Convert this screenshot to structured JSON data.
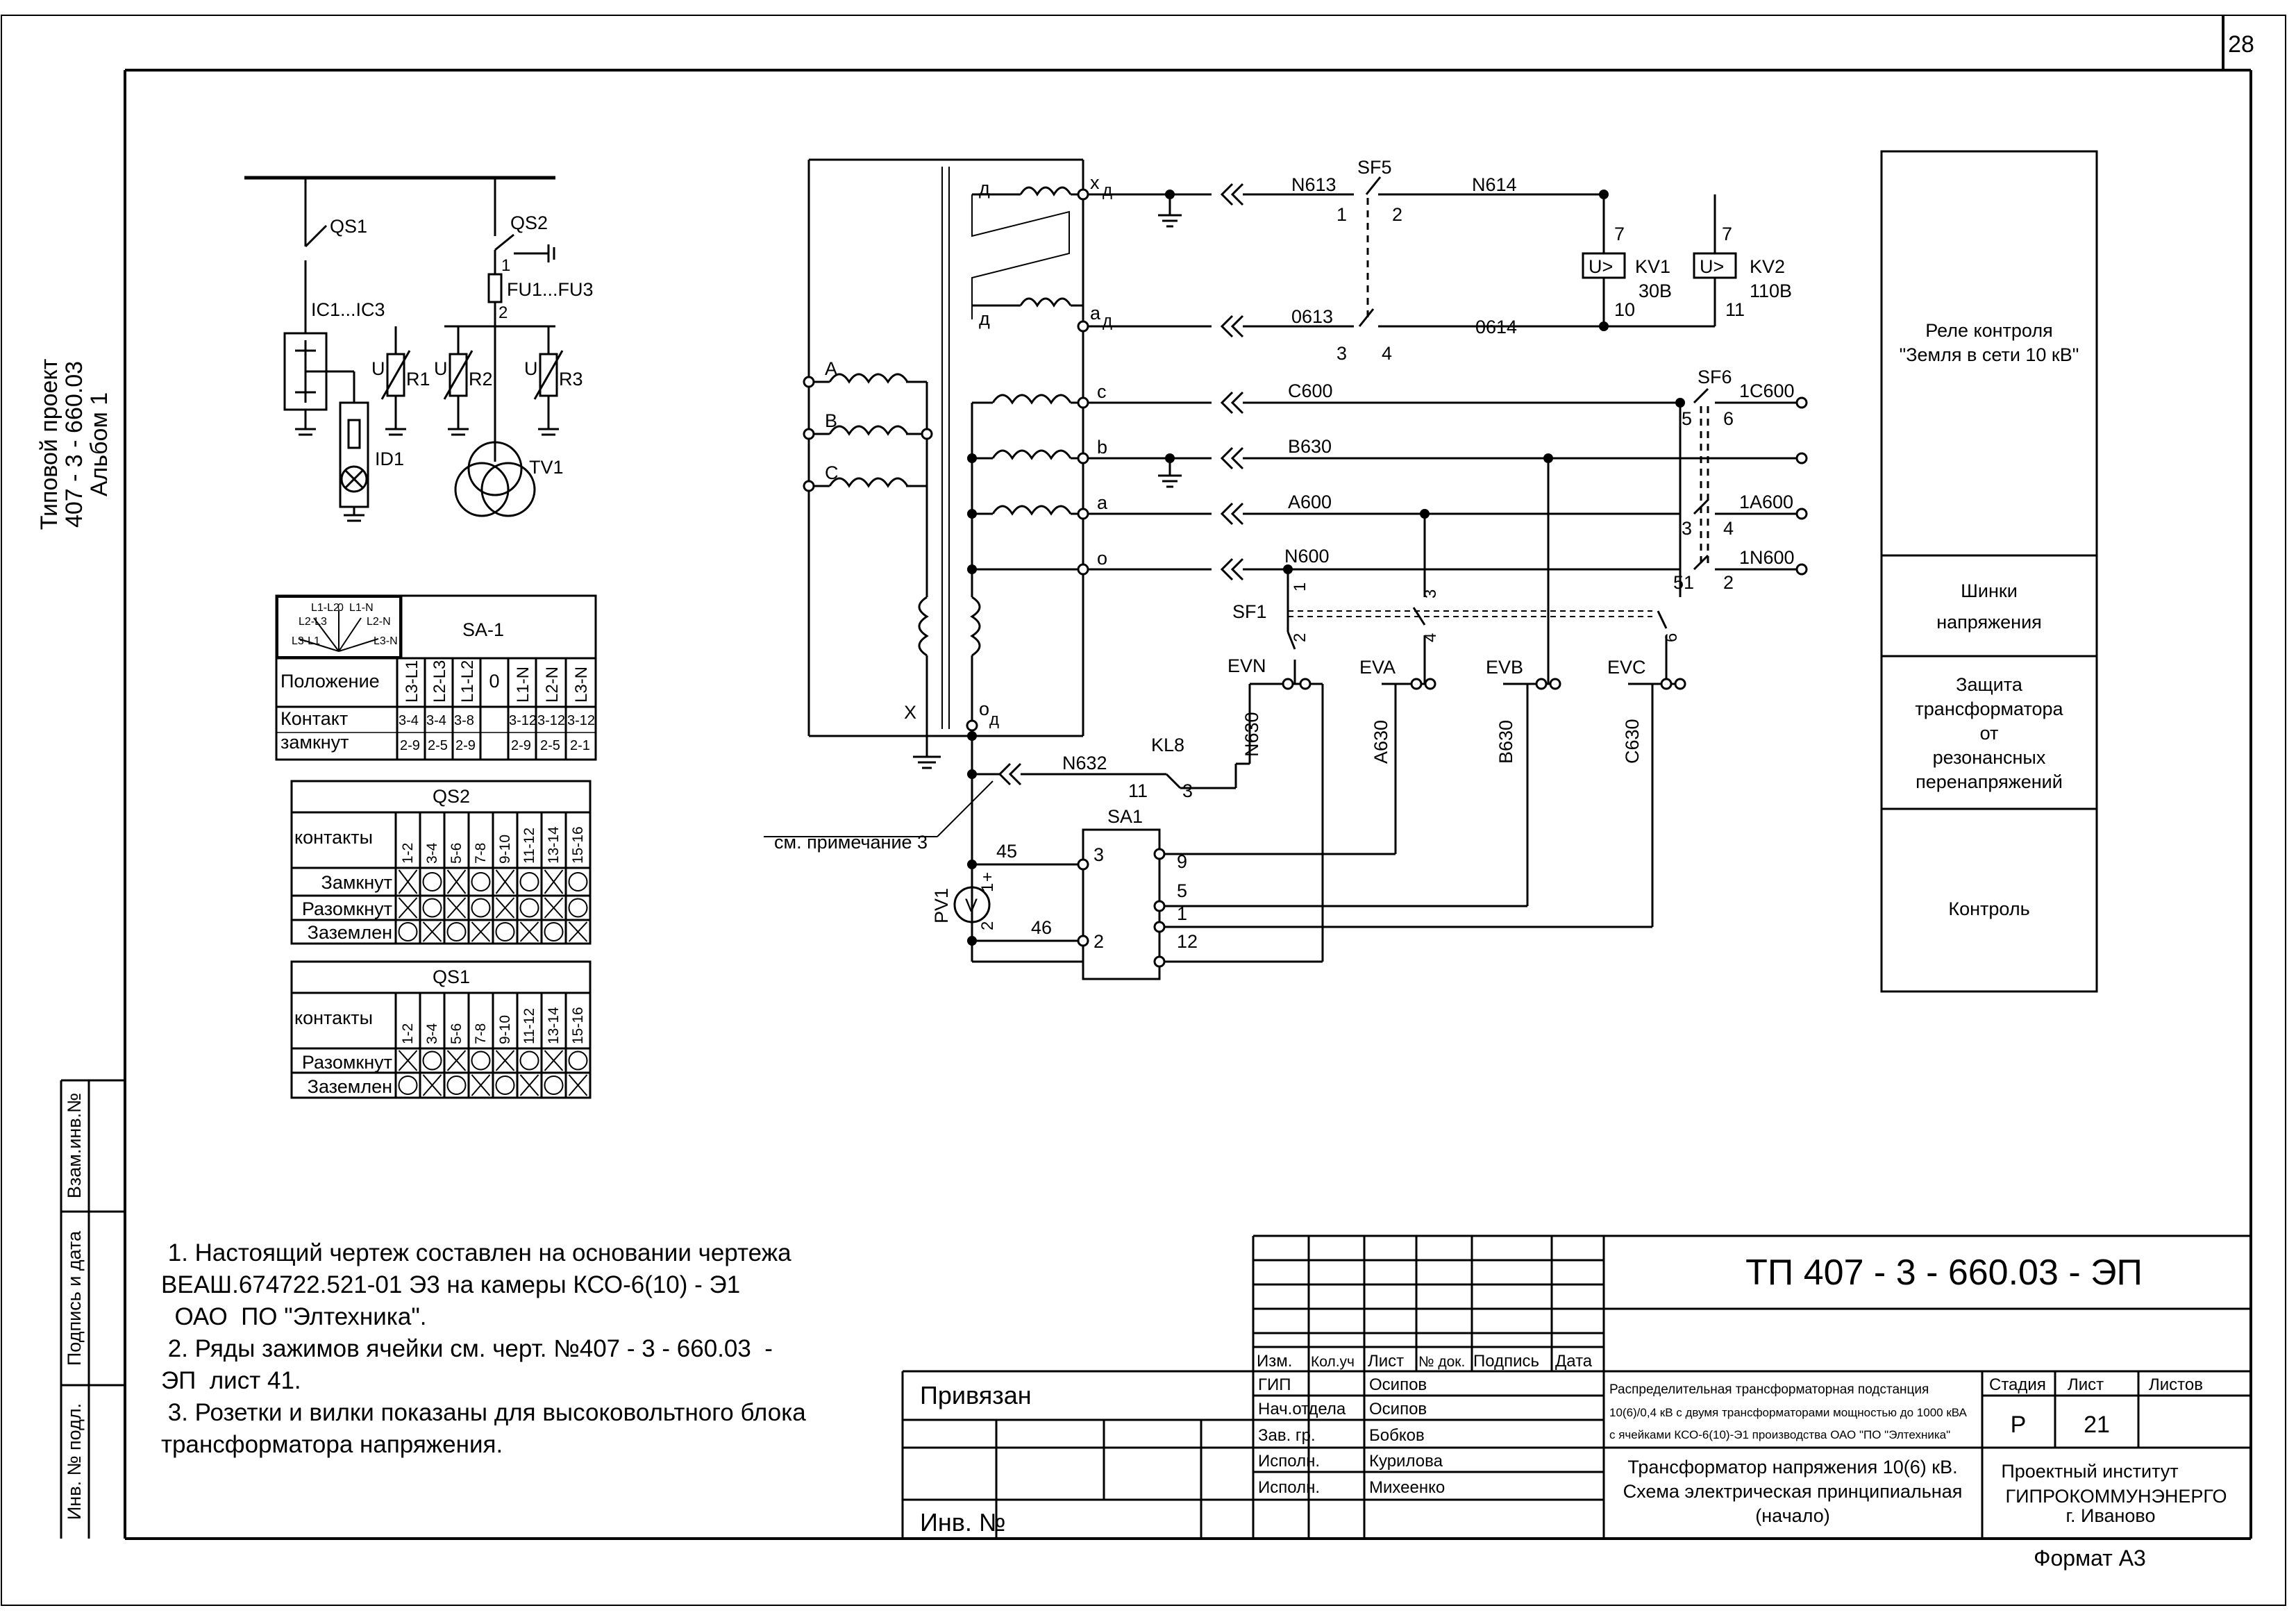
{
  "page_number": "28",
  "side_title": {
    "line1": "Типовой проект",
    "line2": "407 - 3 - 660.03",
    "line3": "Альбом   1"
  },
  "side_stamp": {
    "vzam": "Взам.инв.№",
    "podpis": "Подпись и дата",
    "inv": "Инв. № подл."
  },
  "schematic_left": {
    "qs1": "QS1",
    "qs2": "QS2",
    "ic": "IC1...IC3",
    "fu": "FU1...FU3",
    "id1": "ID1",
    "r1": "R1",
    "r2": "R2",
    "r3": "R3",
    "tv1": "TV1",
    "u": "U",
    "n1": "1",
    "n2": "2"
  },
  "sa_table": {
    "title": "SA-1",
    "dial": [
      "L1-L2",
      "0",
      "L1-N",
      "L2-L3",
      "L2-N",
      "L3-L1",
      "L3-N"
    ],
    "row_label": "Положение",
    "positions": [
      "L3-L1",
      "L2-L3",
      "L1-L2",
      "0",
      "L1-N",
      "L2-N",
      "L3-N"
    ],
    "contact_label_1": "Контакт",
    "contact_label_2": "замкнут",
    "contacts_1": [
      "3-4",
      "3-4",
      "3-8",
      "",
      "3-12",
      "3-12",
      "3-12"
    ],
    "contacts_2": [
      "2-9",
      "2-5",
      "2-9",
      "",
      "2-9",
      "2-5",
      "2-1"
    ]
  },
  "qs2_table": {
    "title": "QS2",
    "header": "контакты",
    "cols": [
      "1-2",
      "3-4",
      "5-6",
      "7-8",
      "9-10",
      "11-12",
      "13-14",
      "15-16"
    ],
    "rows": [
      {
        "label": "Замкнут",
        "marks": [
          "X",
          "O",
          "X",
          "O",
          "X",
          "O",
          "X",
          "O"
        ]
      },
      {
        "label": "Разомкнут",
        "marks": [
          "X",
          "O",
          "X",
          "O",
          "X",
          "O",
          "X",
          "O"
        ]
      },
      {
        "label": "Заземлен",
        "marks": [
          "O",
          "X",
          "O",
          "X",
          "O",
          "X",
          "O",
          "X"
        ]
      }
    ]
  },
  "qs1_table": {
    "title": "QS1",
    "header": "контакты",
    "cols": [
      "1-2",
      "3-4",
      "5-6",
      "7-8",
      "9-10",
      "11-12",
      "13-14",
      "15-16"
    ],
    "rows": [
      {
        "label": "Разомкнут",
        "marks": [
          "X",
          "O",
          "X",
          "O",
          "X",
          "O",
          "X",
          "O"
        ]
      },
      {
        "label": "Заземлен",
        "marks": [
          "O",
          "X",
          "O",
          "X",
          "O",
          "X",
          "O",
          "X"
        ]
      }
    ]
  },
  "schematic_main": {
    "phases": [
      "A",
      "B",
      "C"
    ],
    "xd": "x",
    "xd_sub": "д",
    "ad": "a",
    "ad_sub": "д",
    "d1": "д",
    "d2": "д",
    "x_label": "X",
    "od": "o",
    "od_sub": "д",
    "terms": [
      "c",
      "b",
      "a",
      "o"
    ],
    "wires": {
      "n613": "N613",
      "n614": "N614",
      "w0613": "0613",
      "w0614": "0614",
      "c600": "C600",
      "b630": "B630",
      "a600": "A600",
      "n600": "N600",
      "n632": "N632",
      "c1600": "1C600",
      "a1600": "1A600",
      "n1600": "1N600"
    },
    "sf5": "SF5",
    "sf6": "SF6",
    "sf1": "SF1",
    "kl8": "KL8",
    "sa1": "SA1",
    "pv1": "PV1",
    "v": "V",
    "kv1": "KV1",
    "kv1_v": "30В",
    "kv2": "KV2",
    "kv2_v": "110В",
    "relay": "U>",
    "ev": [
      "EVN",
      "EVA",
      "EVB",
      "EVC"
    ],
    "vert": [
      "N630",
      "A630",
      "B630",
      "C630"
    ],
    "note_ref": "см. примечание 3",
    "num": {
      "n1": "1",
      "n2": "2",
      "n3": "3",
      "n4": "4",
      "n5": "5",
      "n6": "6",
      "n7": "7",
      "n9": "9",
      "n10": "10",
      "n11": "11",
      "n12": "12",
      "n45": "45",
      "n46": "46",
      "plus": "+",
      "n51": "51"
    }
  },
  "right_panel": {
    "relay": [
      "Реле контроля",
      "\"Земля в сети 10 кВ\""
    ],
    "bus": [
      "Шинки",
      "напряжения"
    ],
    "protect": [
      "Защита",
      "трансформатора",
      "от",
      "резонансных",
      "перенапряжений"
    ],
    "control": "Контроль"
  },
  "notes": [
    " 1. Настоящий чертеж составлен на основании чертежа",
    "ВЕАШ.674722.521-01 Э3 на камеры КСО-6(10) - Э1",
    "  ОАО  ПО \"Элтехника\".",
    " 2. Ряды зажимов ячейки см. черт. №407 - 3 - 660.03  -",
    "ЭП  лист 41.",
    " 3. Розетки и вилки показаны для высоковольтного блока",
    "трансформатора напряжения."
  ],
  "title_block": {
    "code": "ТП  407 - 3 - 660.03 - ЭП",
    "privyazan": "Привязан",
    "inv": "Инв. №",
    "head": [
      "Изм.",
      "Кол.уч",
      "Лист",
      "№ док.",
      "Подпись",
      "Дата"
    ],
    "roles": [
      "ГИП",
      "Нач.отдела",
      "Зав. гр.",
      "Исполн.",
      "Исполн."
    ],
    "names": [
      "Осипов",
      "Осипов",
      "Бобков",
      "Курилова",
      "Михеенко"
    ],
    "desc": [
      "Распределительная трансформаторная подстанция",
      "10(6)/0,4 кВ с двумя трансформаторами мощностью  до 1000 кВА",
      "с ячейками КСО-6(10)-Э1 производства ОАО \"ПО \"Элтехника\""
    ],
    "stage_h": "Стадия",
    "sheet_h": "Лист",
    "sheets_h": "Листов",
    "stage": "Р",
    "sheet": "21",
    "subject": [
      "Трансформатор напряжения 10(6) кВ.",
      "Схема электрическая принципиальная",
      "(начало)"
    ],
    "institute": [
      "Проектный институт",
      "ГИПРОКОММУНЭНЕРГО",
      "г. Иваново"
    ],
    "format": "Формат А3"
  }
}
